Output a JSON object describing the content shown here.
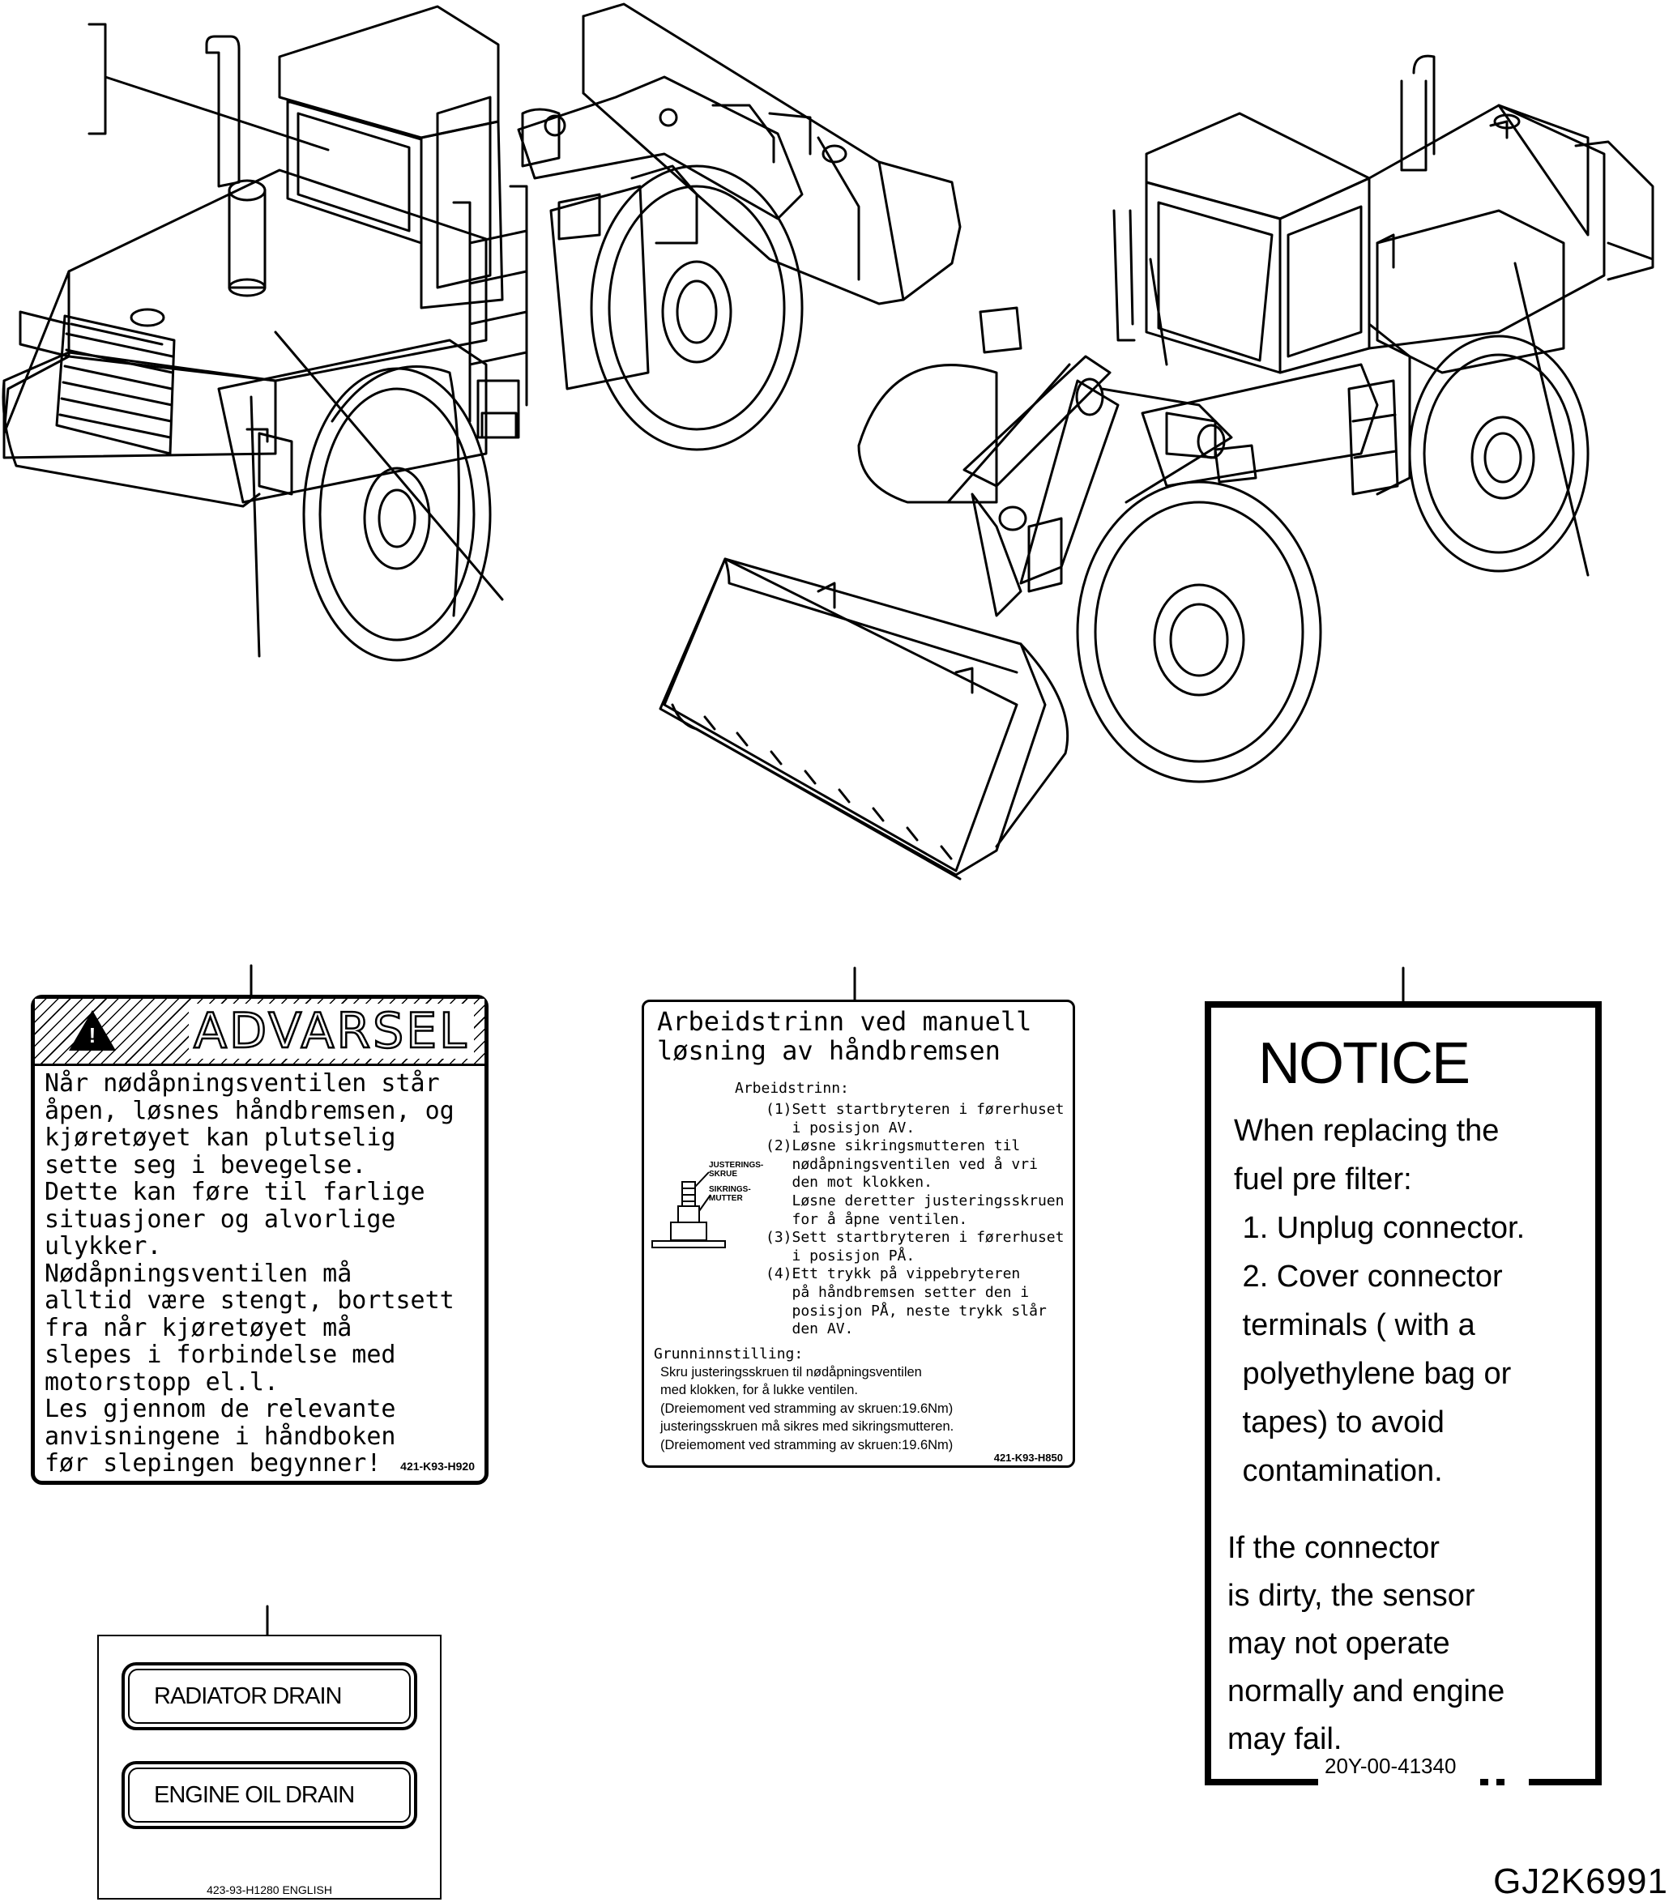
{
  "advarsel": {
    "title": "ADVARSEL",
    "body": "Når nødåpningsventilen står\nåpen, løsnes håndbremsen, og\nkjøretøyet kan plutselig\nsette seg i bevegelse.\nDette kan føre til farlige\nsituasjoner og alvorlige\nulykker.\nNødåpningsventilen må\nalltid være stengt, bortsett\nfra når kjøretøyet må\nslepes i forbindelse med\nmotorstopp el.l.\nLes gjennom de relevante\nanvisningene i håndboken\nfør slepingen begynner!",
    "code": "421-K93-H920"
  },
  "arbeid": {
    "title": "Arbeidstrinn ved manuell\nløsning av håndbremsen",
    "subtitle": "Arbeidstrinn:",
    "steps": "(1)Sett startbryteren i førerhuset\n   i posisjon AV.\n(2)Løsne sikringsmutteren til\n   nødåpningsventilen ved å vri\n   den mot klokken.\n   Løsne deretter justeringsskruen\n   for å åpne ventilen.\n(3)Sett startbryteren i førerhuset\n   i posisjon PÅ.\n(4)Ett trykk på vippebryteren\n   på håndbremsen setter den i\n   posisjon PÅ, neste trykk slår\n   den AV.",
    "tag1": "JUSTERINGS-\nSKRUE",
    "tag2": "SIKRINGS-\nMUTTER",
    "grunn_title": "Grunninnstilling:",
    "grunn_text": "Skru justeringsskruen til nødåpningsventilen\nmed klokken, for å lukke ventilen.\n(Dreiemoment ved stramming av skruen:19.6Nm)\njusteringsskruen må sikres med sikringsmutteren.\n(Dreiemoment ved stramming av skruen:19.6Nm)",
    "code": "421-K93-H850"
  },
  "notice": {
    "title": "NOTICE",
    "p1": "When replacing the\nfuel pre filter:\n 1. Unplug connector.\n 2. Cover connector\n terminals ( with a\n polyethylene bag or\n tapes) to avoid\n contamination.",
    "p2": "If the connector\nis dirty, the sensor\nmay not operate\nnormally and engine\nmay fail.",
    "code": "20Y-00-41340"
  },
  "drain": {
    "radiator": "RADIATOR DRAIN",
    "engine": "ENGINE OIL DRAIN",
    "code": "423-93-H1280 ENGLISH"
  },
  "figure_code": "GJ2K6991"
}
